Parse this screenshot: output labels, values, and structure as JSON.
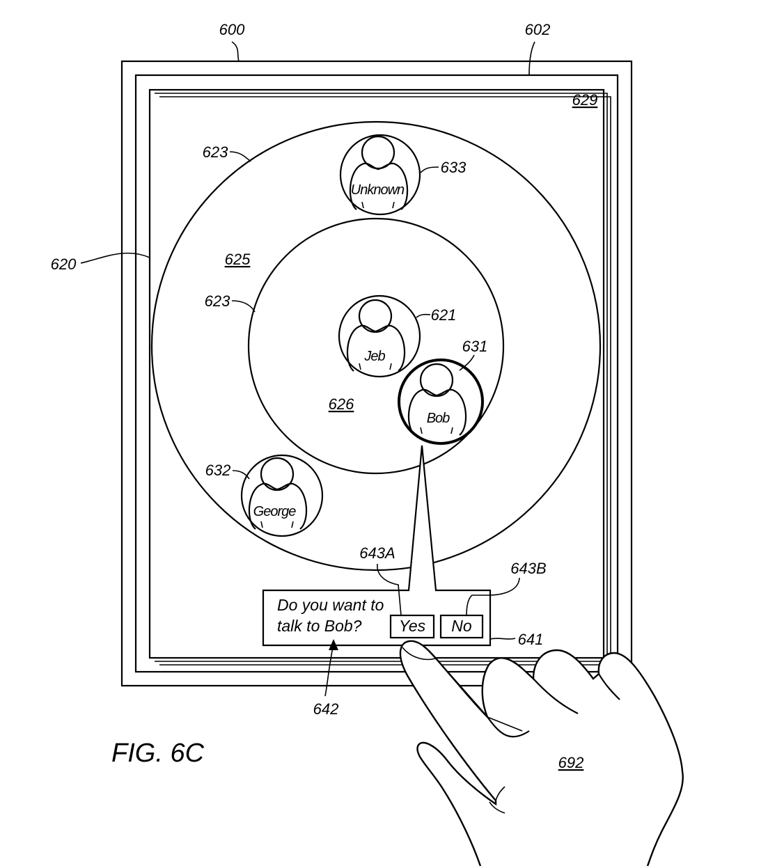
{
  "figure_label": "FIG. 6C",
  "refs": {
    "device": "600",
    "screen": "602",
    "screen_edge": "620",
    "window": "629",
    "ring_outer": "623",
    "ring_inner": "623",
    "region_outer": "625",
    "region_inner": "626",
    "center_user": "621",
    "user_bob": "631",
    "user_george": "632",
    "user_unknown": "633",
    "yes_button": "643A",
    "no_button": "643B",
    "dialog": "641",
    "dialog_text": "642",
    "hand": "692"
  },
  "users": {
    "center": "Jeb",
    "bob": "Bob",
    "george": "George",
    "unknown": "Unknown"
  },
  "dialog": {
    "line1": "Do you want to",
    "line2": "talk to Bob?",
    "yes": "Yes",
    "no": "No"
  }
}
